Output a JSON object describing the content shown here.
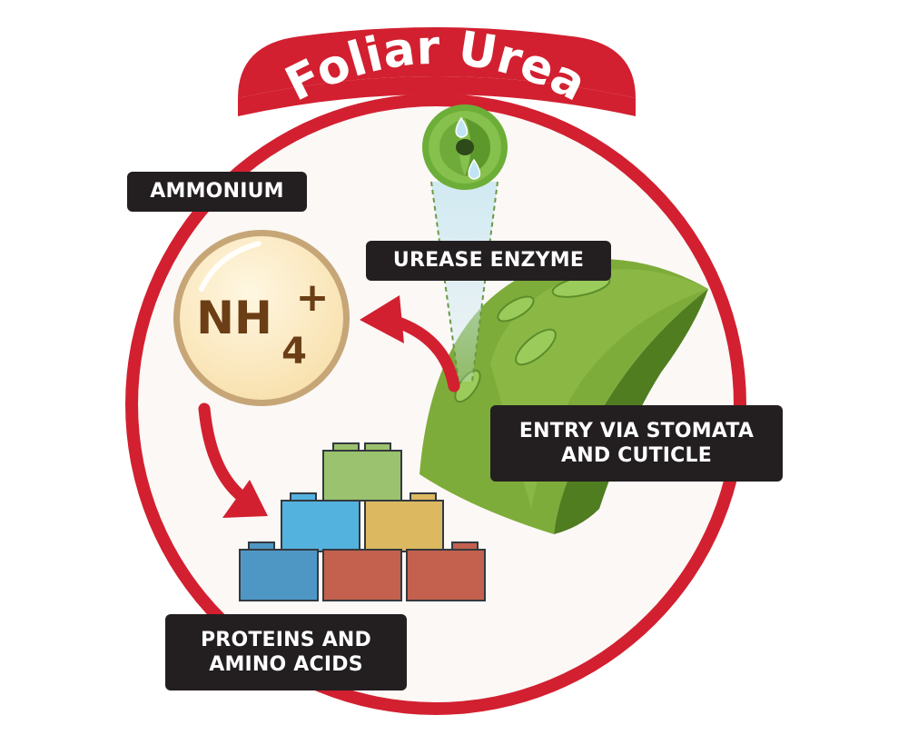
{
  "title": "Foliar Urea",
  "labels": {
    "ammonium": "AMMONIUM",
    "urease": "UREASE ENZYME",
    "entry_line1": "ENTRY VIA STOMATA",
    "entry_line2": "AND CUTICLE",
    "proteins_line1": "PROTEINS AND",
    "proteins_line2": "AMINO ACIDS"
  },
  "molecule": {
    "symbol": "NH",
    "subscript": "4",
    "charge": "+"
  },
  "colors": {
    "ring": "#d22030",
    "background": "#fbf8f6",
    "leaf": "#7eac3a",
    "leaf_dark": "#4f7d20",
    "label_bg": "#231f20",
    "ammonium_fill": "#fbe8bf",
    "ammonium_stroke": "#c6a677",
    "block_green": "#9bc26e",
    "block_blue": "#54b2de",
    "block_blue_dark": "#4e97c5",
    "block_yellow": "#dcb960",
    "block_red": "#c3604e"
  },
  "icons": [
    "stomata-icon",
    "water-drop-icon",
    "chloroplast-icon",
    "arrow-icon",
    "building-block-icon"
  ]
}
